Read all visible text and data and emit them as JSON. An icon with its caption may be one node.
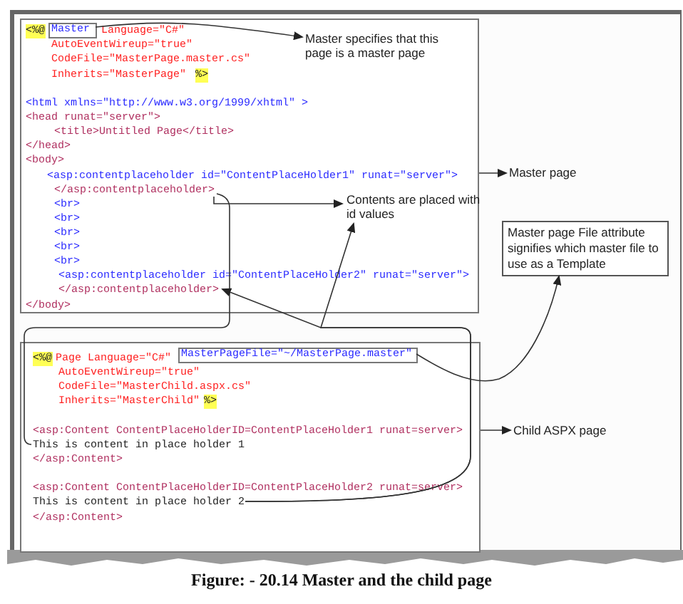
{
  "diagram": {
    "caption": "Figure: - 20.14 Master and the child page",
    "nodes": [
      {
        "text": [
          "<%@",
          "Language=\"C#\"",
          "AutoEventWireup=\"true\"",
          "CodeFile=\"MasterPage.master.cs\"",
          "Inherits=\"MasterPage\"",
          "%>",
          "<html xmlns=\"http://www.w3.org/1999/xhtml\" >",
          "<head runat=\"server\">",
          "<title>Untitled Page</title>",
          "</head>",
          "<body>",
          "<asp:contentplaceholder id=\"ContentPlaceHolder1\" runat=\"server\">",
          "<br>",
          "<br>",
          "<br>",
          "<br>",
          "<br>",
          "<asp:contentplaceholder id=\"ContentPlaceHolder2\" runat=\"server\">",
          "</body>"
        ]
      },
      {
        "text": [
          "Master"
        ],
        "in": 0
      },
      {
        "text": [
          "</asp:contentplaceholder>"
        ],
        "in": 0
      },
      {
        "text": [
          "</asp:contentplaceholder>"
        ],
        "in": 0
      },
      {
        "text": [
          "Master specifies that this page is a master page"
        ],
        "in": 0
      },
      {
        "text": [
          "Master page"
        ]
      },
      {
        "text": [
          "Contents are placed with id values"
        ],
        "in": 0
      },
      {
        "text": [
          "Master page File attribute signifies which master file to use as a Template"
        ]
      },
      {
        "text": [
          "<%@",
          "Page Language=\"C#\"",
          "AutoEventWireup=\"true\"",
          "CodeFile=\"MasterChild.aspx.cs\"",
          "Inherits=\"MasterChild\"",
          "%>",
          "<asp:Content ContentPlaceHolderID=ContentPlaceHolder1 runat=server>",
          "</asp:Content>",
          "<asp:Content ContentPlaceHolderID=ContentPlaceHolder2 runat=server>",
          "</asp:Content>"
        ]
      },
      {
        "text": [
          "MasterPageFile=\"~/MasterPage.master\""
        ],
        "in": 8
      },
      {
        "text": [
          "This is content in place holder 1"
        ],
        "in": 8
      },
      {
        "text": [
          "This is content in place holder 2"
        ],
        "in": 8
      },
      {
        "text": [
          "Child ASPX page"
        ]
      }
    ],
    "edges": [
      {
        "from": 1,
        "to": 4,
        "arrow": "to"
      },
      {
        "from": 0,
        "to": 5,
        "arrow": "to"
      },
      {
        "from": 10,
        "to": 2,
        "arrow": "none"
      },
      {
        "from": 2,
        "to": 6,
        "arrow": "to"
      },
      {
        "from": 11,
        "to": 3,
        "arrow": "to"
      },
      {
        "from": 11,
        "to": 6,
        "arrow": "to"
      },
      {
        "from": 9,
        "to": 7,
        "arrow": "to"
      },
      {
        "from": 8,
        "to": 12,
        "arrow": "to"
      }
    ]
  }
}
